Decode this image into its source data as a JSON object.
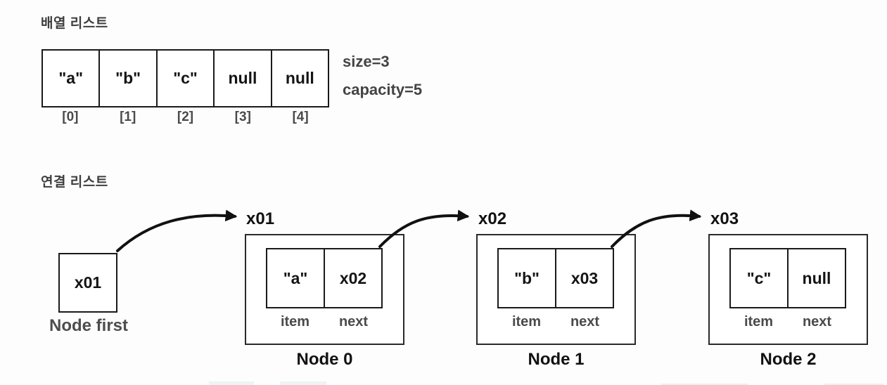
{
  "colors": {
    "background": "#fdfdfd",
    "ink": "#141414",
    "muted_gray": "#4a4a4a",
    "title_gray": "#3d3d3d",
    "border_black": "#1a1a1a"
  },
  "array_section": {
    "title": "배열 리스트",
    "cells": [
      {
        "value": "\"a\"",
        "index": "[0]"
      },
      {
        "value": "\"b\"",
        "index": "[1]"
      },
      {
        "value": "\"c\"",
        "index": "[2]"
      },
      {
        "value": "null",
        "index": "[3]"
      },
      {
        "value": "null",
        "index": "[4]"
      }
    ],
    "size_label": "size=3",
    "capacity_label": "capacity=5"
  },
  "linked_section": {
    "title": "연결 리스트",
    "first_node": {
      "value": "x01",
      "caption": "Node first"
    },
    "pointer_labels": [
      "x01",
      "x02",
      "x03"
    ],
    "nodes": [
      {
        "caption": "Node 0",
        "item": "\"a\"",
        "next": "x02",
        "item_label": "item",
        "next_label": "next"
      },
      {
        "caption": "Node 1",
        "item": "\"b\"",
        "next": "x03",
        "item_label": "item",
        "next_label": "next"
      },
      {
        "caption": "Node 2",
        "item": "\"c\"",
        "next": "null",
        "item_label": "item",
        "next_label": "next"
      }
    ]
  }
}
